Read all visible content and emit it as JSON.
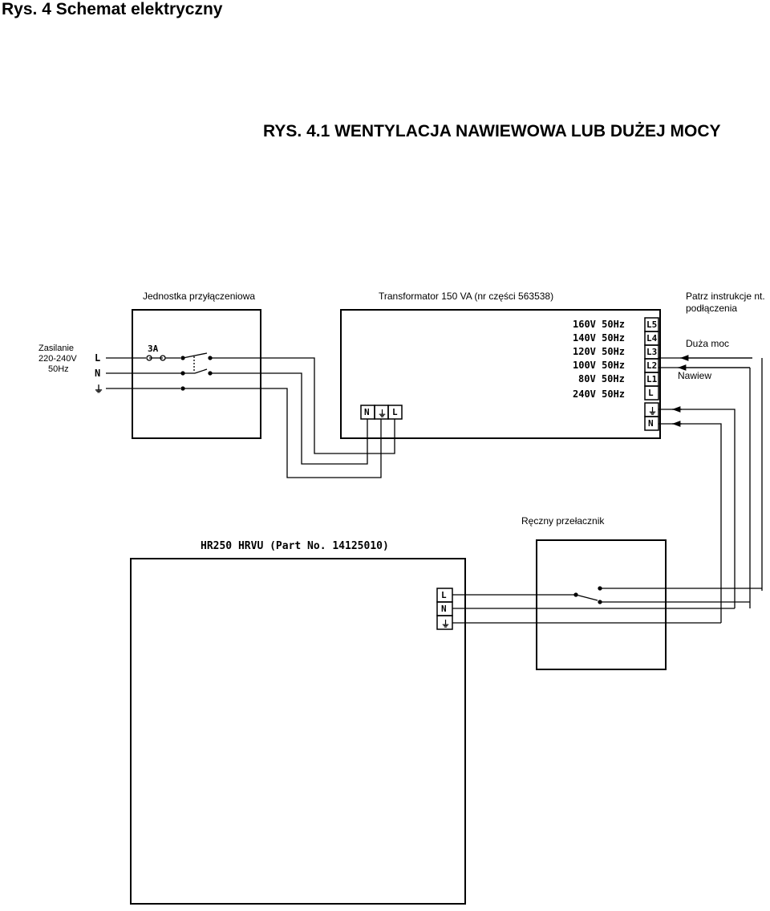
{
  "page_title": "Rys. 4 Schemat elektryczny",
  "section_title": "RYS. 4.1 WENTYLACJA NAWIEWOWA LUB DUŻEJ MOCY",
  "labels": {
    "connection_unit": "Jednostka przyłączeniowa",
    "transformer": "Transformator 150 VA (nr części 563538)",
    "see_instructions_1": "Patrz instrukcje nt.",
    "see_instructions_2": "podłączenia",
    "supply_1": "Zasilanie",
    "supply_2": "220-240V",
    "supply_3": "50Hz",
    "high_power": "Duża moc",
    "supply_air": "Nawiew",
    "manual_switch": "Ręczny przełacznik",
    "unit_name": "HR250 HRVU (Part No. 14125010)",
    "fuse": "3A"
  },
  "supply_terminals": [
    "L",
    "N",
    "⏚"
  ],
  "transformer_taps": [
    {
      "voltage": "160V 50Hz",
      "terminal": "L5"
    },
    {
      "voltage": "140V 50Hz",
      "terminal": "L4"
    },
    {
      "voltage": "120V 50Hz",
      "terminal": "L3"
    },
    {
      "voltage": "100V 50Hz",
      "terminal": "L2"
    },
    {
      "voltage": "80V 50Hz",
      "terminal": "L1"
    },
    {
      "voltage": "240V 50Hz",
      "terminal": "L"
    }
  ],
  "transformer_extra_terminals": [
    "⏚",
    "N"
  ],
  "transformer_input_terminals": [
    "N",
    "⏚",
    "L"
  ],
  "unit_terminals": [
    "L",
    "N",
    "⏚"
  ]
}
